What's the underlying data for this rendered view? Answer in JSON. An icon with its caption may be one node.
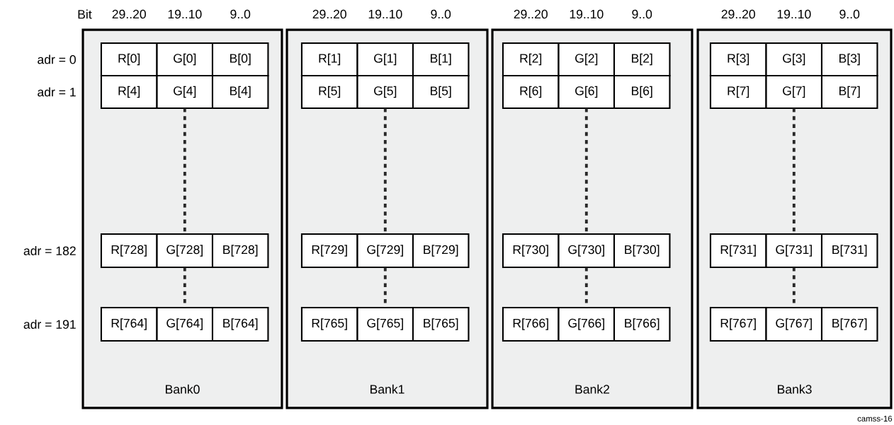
{
  "diagram": {
    "nodes": [
      {
        "text": [
          "Bank0"
        ]
      },
      {
        "text": [
          "R[0]"
        ],
        "in": 0
      },
      {
        "text": [
          "G[0]"
        ],
        "in": 0
      },
      {
        "text": [
          "B[0]"
        ],
        "in": 0
      },
      {
        "text": [
          "R[4]"
        ],
        "in": 0
      },
      {
        "text": [
          "G[4]"
        ],
        "in": 0
      },
      {
        "text": [
          "B[4]"
        ],
        "in": 0
      },
      {
        "text": [
          "R[728]"
        ],
        "in": 0
      },
      {
        "text": [
          "G[728]"
        ],
        "in": 0
      },
      {
        "text": [
          "B[728]"
        ],
        "in": 0
      },
      {
        "text": [
          "R[764]"
        ],
        "in": 0
      },
      {
        "text": [
          "G[764]"
        ],
        "in": 0
      },
      {
        "text": [
          "B[764]"
        ],
        "in": 0
      },
      {
        "text": [
          "Bank1"
        ]
      },
      {
        "text": [
          "R[1]"
        ],
        "in": 13
      },
      {
        "text": [
          "G[1]"
        ],
        "in": 13
      },
      {
        "text": [
          "B[1]"
        ],
        "in": 13
      },
      {
        "text": [
          "R[5]"
        ],
        "in": 13
      },
      {
        "text": [
          "G[5]"
        ],
        "in": 13
      },
      {
        "text": [
          "B[5]"
        ],
        "in": 13
      },
      {
        "text": [
          "R[729]"
        ],
        "in": 13
      },
      {
        "text": [
          "G[729]"
        ],
        "in": 13
      },
      {
        "text": [
          "B[729]"
        ],
        "in": 13
      },
      {
        "text": [
          "R[765]"
        ],
        "in": 13
      },
      {
        "text": [
          "G[765]"
        ],
        "in": 13
      },
      {
        "text": [
          "B[765]"
        ],
        "in": 13
      },
      {
        "text": [
          "Bank2"
        ]
      },
      {
        "text": [
          "R[2]"
        ],
        "in": 26
      },
      {
        "text": [
          "G[2]"
        ],
        "in": 26
      },
      {
        "text": [
          "B[2]"
        ],
        "in": 26
      },
      {
        "text": [
          "R[6]"
        ],
        "in": 26
      },
      {
        "text": [
          "G[6]"
        ],
        "in": 26
      },
      {
        "text": [
          "B[6]"
        ],
        "in": 26
      },
      {
        "text": [
          "R[730]"
        ],
        "in": 26
      },
      {
        "text": [
          "G[730]"
        ],
        "in": 26
      },
      {
        "text": [
          "B[730]"
        ],
        "in": 26
      },
      {
        "text": [
          "R[766]"
        ],
        "in": 26
      },
      {
        "text": [
          "G[766]"
        ],
        "in": 26
      },
      {
        "text": [
          "B[766]"
        ],
        "in": 26
      },
      {
        "text": [
          "Bank3"
        ]
      },
      {
        "text": [
          "R[3]"
        ],
        "in": 39
      },
      {
        "text": [
          "G[3]"
        ],
        "in": 39
      },
      {
        "text": [
          "B[3]"
        ],
        "in": 39
      },
      {
        "text": [
          "R[7]"
        ],
        "in": 39
      },
      {
        "text": [
          "G[7]"
        ],
        "in": 39
      },
      {
        "text": [
          "B[7]"
        ],
        "in": 39
      },
      {
        "text": [
          "R[731]"
        ],
        "in": 39
      },
      {
        "text": [
          "G[731]"
        ],
        "in": 39
      },
      {
        "text": [
          "B[731]"
        ],
        "in": 39
      },
      {
        "text": [
          "R[767]"
        ],
        "in": 39
      },
      {
        "text": [
          "G[767]"
        ],
        "in": 39
      },
      {
        "text": [
          "B[767]"
        ],
        "in": 39
      }
    ],
    "edges": [
      {
        "from": 5,
        "to": 8,
        "arrow": "none",
        "style": "dashed"
      },
      {
        "from": 8,
        "to": 11,
        "arrow": "none",
        "style": "dashed"
      },
      {
        "from": 18,
        "to": 21,
        "arrow": "none",
        "style": "dashed"
      },
      {
        "from": 21,
        "to": 24,
        "arrow": "none",
        "style": "dashed"
      },
      {
        "from": 31,
        "to": 34,
        "arrow": "none",
        "style": "dashed"
      },
      {
        "from": 34,
        "to": 37,
        "arrow": "none",
        "style": "dashed"
      },
      {
        "from": 44,
        "to": 47,
        "arrow": "none",
        "style": "dashed"
      },
      {
        "from": 47,
        "to": 50,
        "arrow": "none",
        "style": "dashed"
      }
    ],
    "labels": [
      "Bit",
      "29..20",
      "19..10",
      "9..0",
      "29..20",
      "19..10",
      "9..0",
      "29..20",
      "19..10",
      "9..0",
      "29..20",
      "19..10",
      "9..0",
      "adr = 0",
      "adr = 1",
      "adr = 182",
      "adr = 191",
      "camss-16"
    ]
  }
}
